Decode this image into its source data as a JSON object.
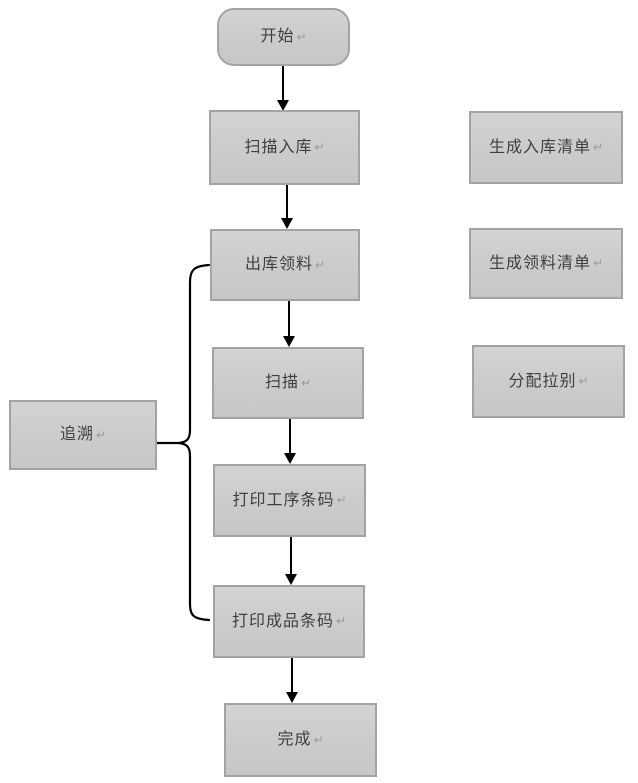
{
  "diagram": {
    "type": "flowchart",
    "background_color": "#ffffff",
    "node_fill_color": "#c9cccb",
    "node_border_color": "#a3a3a3",
    "node_text_color": "#3f3f3f",
    "connector_color": "#000000",
    "return_mark": "↵",
    "nodes": {
      "start": {
        "label": "开始",
        "shape": "rounded"
      },
      "scan_in": {
        "label": "扫描入库",
        "shape": "rect"
      },
      "issue_material": {
        "label": "出库领料",
        "shape": "rect"
      },
      "scan": {
        "label": "扫描",
        "shape": "rect"
      },
      "print_process_barcode": {
        "label": "打印工序条码",
        "shape": "rect"
      },
      "print_product_barcode": {
        "label": "打印成品条码",
        "shape": "rect"
      },
      "finish": {
        "label": "完成",
        "shape": "rect"
      },
      "gen_inbound_list": {
        "label": "生成入库清单",
        "shape": "rect"
      },
      "gen_picking_list": {
        "label": "生成领料清单",
        "shape": "rect"
      },
      "assign_line": {
        "label": "分配拉别",
        "shape": "rect"
      },
      "trace": {
        "label": "追溯",
        "shape": "rect"
      }
    },
    "edges": [
      {
        "from": "start",
        "to": "scan_in",
        "style": "arrow"
      },
      {
        "from": "scan_in",
        "to": "issue_material",
        "style": "arrow"
      },
      {
        "from": "issue_material",
        "to": "scan",
        "style": "arrow"
      },
      {
        "from": "scan",
        "to": "print_process_barcode",
        "style": "arrow"
      },
      {
        "from": "print_process_barcode",
        "to": "print_product_barcode",
        "style": "arrow"
      },
      {
        "from": "print_product_barcode",
        "to": "finish",
        "style": "arrow"
      },
      {
        "from": "trace",
        "to": "issue_material..print_product_barcode",
        "style": "curly-brace"
      }
    ]
  }
}
